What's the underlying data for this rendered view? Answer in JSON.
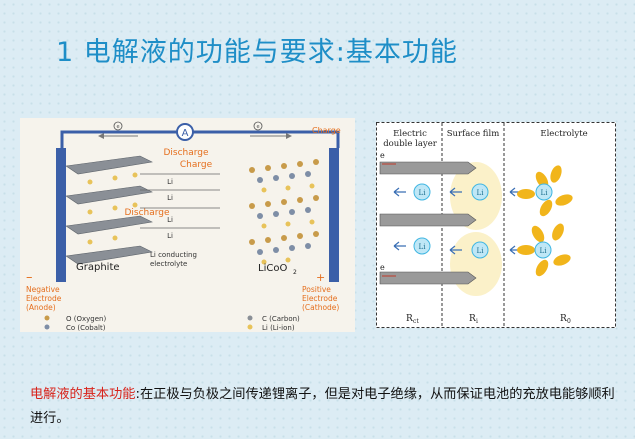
{
  "title": "1  电解液的功能与要求:基本功能",
  "battery": {
    "ammeter": "A",
    "electron": "e",
    "charge_top": "Charge",
    "discharge_top": "Discharge",
    "charge_mid": "Charge",
    "discharge_mid": "Discharge",
    "li_ion": "Li",
    "li_conducting_1": "Li  conducting",
    "li_conducting_2": "electrolyte",
    "graphite": "Graphite",
    "licoo2": "LiCoO",
    "negative_1": "Negative",
    "negative_2": "Electrode",
    "negative_3": "(Anode)",
    "positive_1": "Positive",
    "positive_2": "Electrode",
    "positive_3": "(Cathode)",
    "minus": "–",
    "plus": "+",
    "legend": {
      "oxygen": "O (Oxygen)",
      "cobalt": "Co (Cobalt)",
      "carbon": "C (Carbon)",
      "lithium": "Li  (Li-ion)"
    }
  },
  "interface": {
    "electric_double_layer_1": "Electric",
    "electric_double_layer_2": "double layer",
    "surface_film": "Surface film",
    "electrolyte": "Electrolyte",
    "li_ion": "Li",
    "electron": "e",
    "r_ct": "R",
    "r_ct_sub": "ct",
    "r_i": "R",
    "r_i_sub": "i",
    "r_0": "R",
    "r_0_sub": "0"
  },
  "caption": {
    "highlight": "电解液的基本功能",
    "text": ":在正极与负极之间传递锂离子，但是对电子绝缘，从而保证电池的充放电能够顺利进行。"
  },
  "colors": {
    "title": "#1e8ec7",
    "highlight": "#d8241c",
    "electrode": "#3b5fa8",
    "orange_label": "#e56f1e",
    "li_cyan": "#3fb6e2",
    "solvent_yellow": "#f1b51b"
  }
}
